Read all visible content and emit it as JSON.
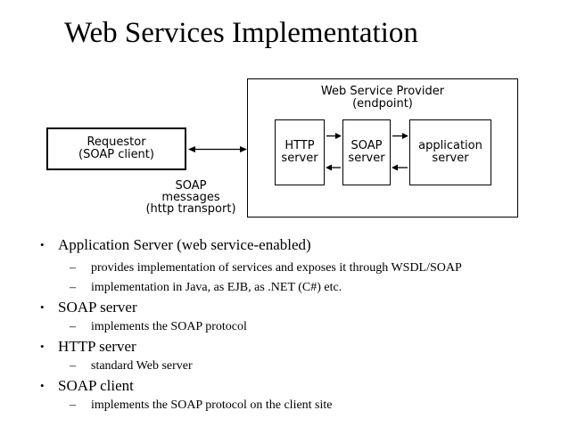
{
  "title": "Web Services Implementation",
  "colors": {
    "background": "#ffffff",
    "ink": "#000000"
  },
  "diagram": {
    "requestor": {
      "line1": "Requestor",
      "line2": "(SOAP client)"
    },
    "provider_label": {
      "line1": "Web Service Provider",
      "line2": "(endpoint)"
    },
    "http_server": {
      "line1": "HTTP",
      "line2": "server"
    },
    "soap_server": {
      "line1": "SOAP",
      "line2": "server"
    },
    "app_server": {
      "line1": "application",
      "line2": "server"
    },
    "soap_messages": {
      "line1": "SOAP",
      "line2": "messages",
      "line3": "(http transport)"
    },
    "arrows": {
      "requestor_provider": "bidirectional",
      "http_to_soap": "right",
      "soap_to_http": "left",
      "soap_to_app": "right",
      "app_to_soap": "left"
    }
  },
  "bullets": [
    {
      "level": 1,
      "marker": "•",
      "text": "Application Server (web service-enabled)"
    },
    {
      "level": 2,
      "marker": "–",
      "text": "provides implementation of services and exposes it through WSDL/SOAP"
    },
    {
      "level": 2,
      "marker": "–",
      "text": "implementation in Java, as EJB, as .NET (C#) etc."
    },
    {
      "level": 1,
      "marker": "•",
      "text": "SOAP server"
    },
    {
      "level": 2,
      "marker": "–",
      "text": "implements the SOAP protocol"
    },
    {
      "level": 1,
      "marker": "•",
      "text": "HTTP server"
    },
    {
      "level": 2,
      "marker": "–",
      "text": "standard Web server"
    },
    {
      "level": 1,
      "marker": "•",
      "text": "SOAP client"
    },
    {
      "level": 2,
      "marker": "–",
      "text": "implements the SOAP protocol on the client site"
    }
  ]
}
